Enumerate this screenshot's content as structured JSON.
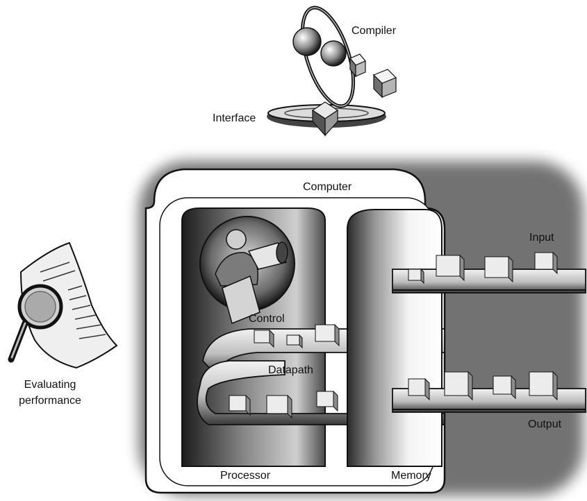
{
  "labels": {
    "compiler": "Compiler",
    "interface": "Interface",
    "computer": "Computer",
    "input": "Input",
    "control": "Control",
    "datapath": "Datapath",
    "evaluating_line1": "Evaluating",
    "evaluating_line2": "performance",
    "output": "Output",
    "processor": "Processor",
    "memory": "Memory"
  },
  "colors": {
    "ink": "#111111",
    "shade": "#3a3a3a",
    "paper": "#ffffff"
  }
}
